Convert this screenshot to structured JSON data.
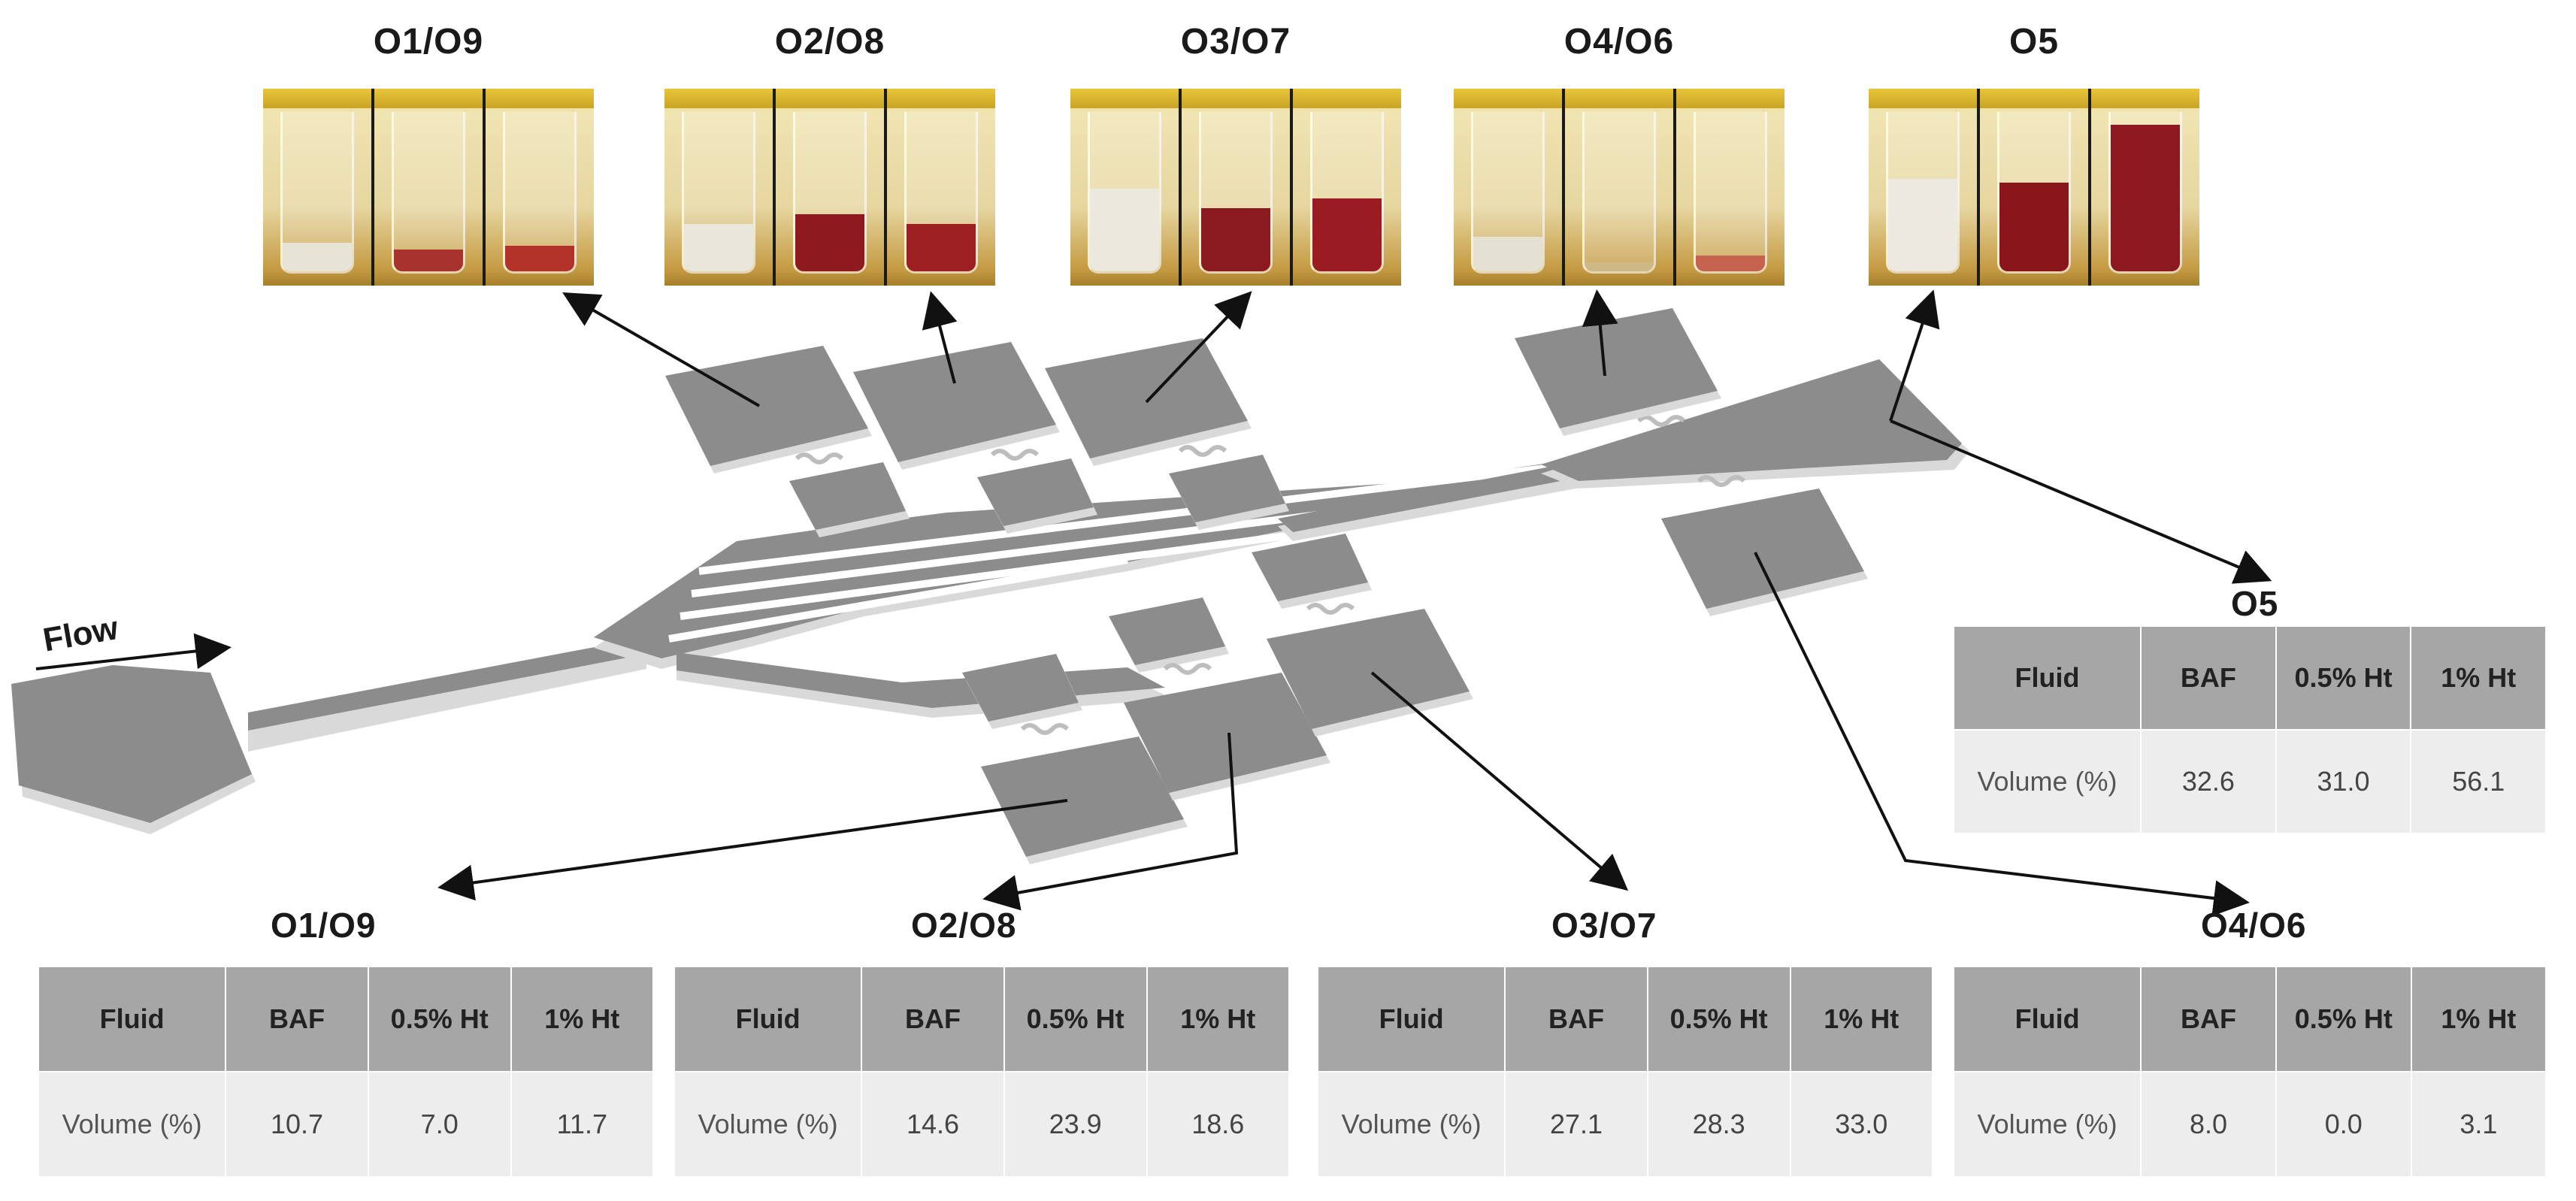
{
  "photo_titles": {
    "o1o9": "O1/O9",
    "o2o8": "O2/O8",
    "o3o7": "O3/O7",
    "o4o6": "O4/O6",
    "o5": "O5"
  },
  "flow_label": "Flow",
  "tables": {
    "o1o9": {
      "title": "O1/O9",
      "headers": [
        "Fluid",
        "BAF",
        "0.5% Ht",
        "1% Ht"
      ],
      "row_label": "Volume (%)",
      "values": [
        "10.7",
        "7.0",
        "11.7"
      ]
    },
    "o2o8": {
      "title": "O2/O8",
      "headers": [
        "Fluid",
        "BAF",
        "0.5% Ht",
        "1% Ht"
      ],
      "row_label": "Volume (%)",
      "values": [
        "14.6",
        "23.9",
        "18.6"
      ]
    },
    "o3o7": {
      "title": "O3/O7",
      "headers": [
        "Fluid",
        "BAF",
        "0.5% Ht",
        "1% Ht"
      ],
      "row_label": "Volume (%)",
      "values": [
        "27.1",
        "28.3",
        "33.0"
      ]
    },
    "o4o6": {
      "title": "O4/O6",
      "headers": [
        "Fluid",
        "BAF",
        "0.5% Ht",
        "1% Ht"
      ],
      "row_label": "Volume (%)",
      "values": [
        "8.0",
        "0.0",
        "3.1"
      ]
    },
    "o5": {
      "title": "O5",
      "headers": [
        "Fluid",
        "BAF",
        "0.5% Ht",
        "1% Ht"
      ],
      "row_label": "Volume (%)",
      "values": [
        "32.6",
        "31.0",
        "56.1"
      ]
    }
  },
  "colors": {
    "device_top": "#8c8c8c",
    "device_side": "#d9d9d9",
    "table_header_bg": "#a6a6a6",
    "table_cell_bg": "#ededed",
    "blood_red": "#8e1a1f",
    "clear_fluid": "#e9e6dc"
  }
}
